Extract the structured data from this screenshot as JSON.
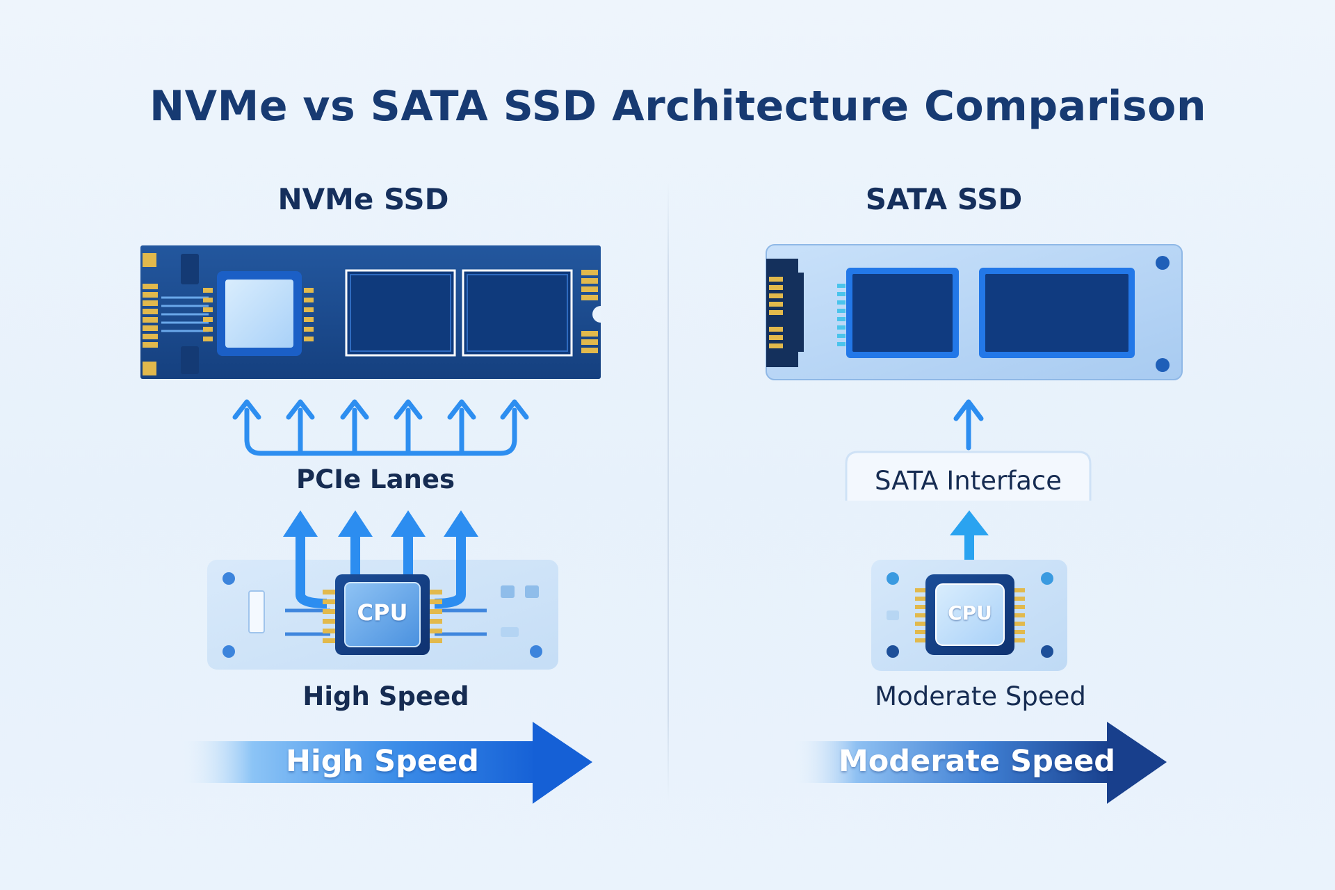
{
  "title": "NVMe vs SATA SSD Architecture Comparison",
  "nvme": {
    "heading": "NVMe SSD",
    "lanes_label": "PCIe Lanes",
    "cpu_label": "CPU",
    "speed_label": "High Speed",
    "arrow_label": "High Speed"
  },
  "sata": {
    "heading": "SATA SSD",
    "interface_label": "SATA Interface",
    "cpu_label": "CPU",
    "speed_label": "Moderate Speed",
    "arrow_label": "Moderate Speed"
  },
  "colors": {
    "title": "#173a72",
    "nvme_board": "#1c4a8f",
    "sata_board": "#b5d3f4",
    "arrow_blue": "#2c8df0",
    "gold_pin": "#e2b94c"
  },
  "icons": [
    "nvme-ssd-card",
    "sata-ssd-card",
    "cpu-chip-icon",
    "up-arrow-icon",
    "speed-arrow-icon"
  ]
}
